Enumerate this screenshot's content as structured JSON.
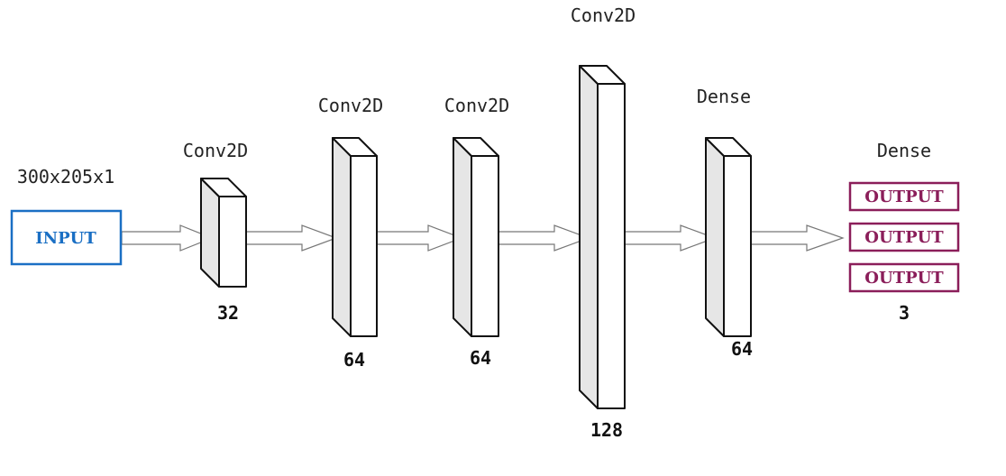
{
  "input": {
    "shape_label": "300x205x1",
    "box_label": "INPUT",
    "color": "#1a6fc4"
  },
  "layers": [
    {
      "type": "Conv2D",
      "units": "32"
    },
    {
      "type": "Conv2D",
      "units": "64"
    },
    {
      "type": "Conv2D",
      "units": "64"
    },
    {
      "type": "Conv2D",
      "units": "128"
    },
    {
      "type": "Dense",
      "units": "64"
    }
  ],
  "output": {
    "type": "Dense",
    "units": "3",
    "boxes": [
      "OUTPUT",
      "OUTPUT",
      "OUTPUT"
    ],
    "color": "#8b1e5a"
  },
  "colors": {
    "block_face": "#ffffff",
    "block_side": "#e6e6e6",
    "stroke": "#111111",
    "arrow_fill": "#ffffff",
    "arrow_stroke": "#777777"
  },
  "icons": {
    "flow_arrow": "hollow-arrow-icon"
  }
}
